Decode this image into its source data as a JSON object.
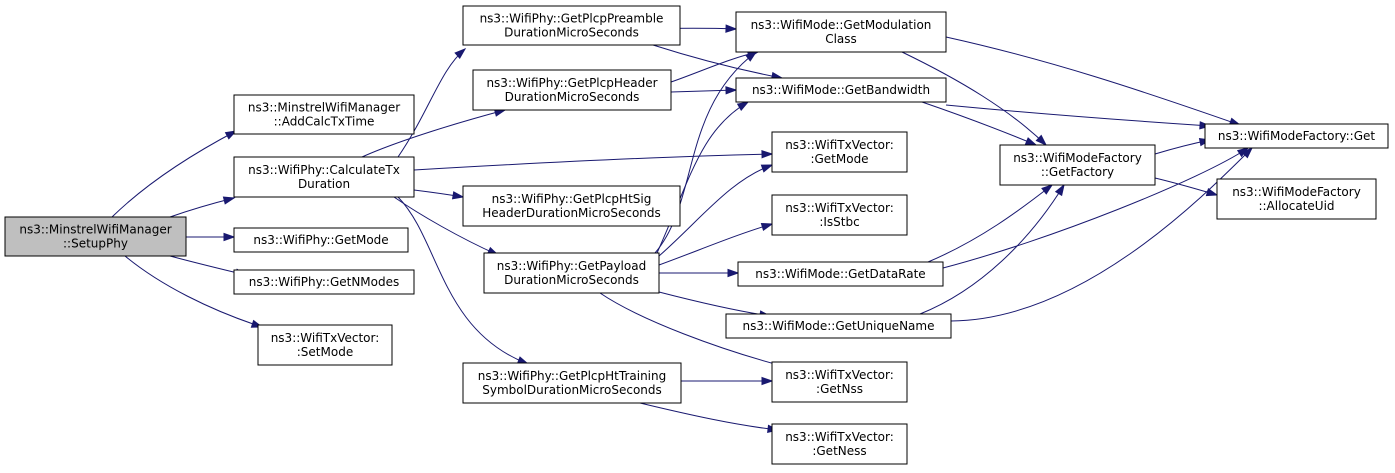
{
  "nodes": [
    {
      "id": "setupphy",
      "lines": [
        "ns3::MinstrelWifiManager",
        "::SetupPhy"
      ],
      "root": true
    },
    {
      "id": "addcalc",
      "lines": [
        "ns3::MinstrelWifiManager",
        "::AddCalcTxTime"
      ]
    },
    {
      "id": "calctx",
      "lines": [
        "ns3::WifiPhy::CalculateTx",
        "Duration"
      ]
    },
    {
      "id": "phygetmode",
      "lines": [
        "ns3::WifiPhy::GetMode"
      ]
    },
    {
      "id": "getnmodes",
      "lines": [
        "ns3::WifiPhy::GetNModes"
      ]
    },
    {
      "id": "setmode",
      "lines": [
        "ns3::WifiTxVector:",
        ":SetMode"
      ]
    },
    {
      "id": "preamble",
      "lines": [
        "ns3::WifiPhy::GetPlcpPreamble",
        "DurationMicroSeconds"
      ]
    },
    {
      "id": "header",
      "lines": [
        "ns3::WifiPhy::GetPlcpHeader",
        "DurationMicroSeconds"
      ]
    },
    {
      "id": "htsig",
      "lines": [
        "ns3::WifiPhy::GetPlcpHtSig",
        "HeaderDurationMicroSeconds"
      ]
    },
    {
      "id": "payload",
      "lines": [
        "ns3::WifiPhy::GetPayload",
        "DurationMicroSeconds"
      ]
    },
    {
      "id": "httraining",
      "lines": [
        "ns3::WifiPhy::GetPlcpHtTraining",
        "SymbolDurationMicroSeconds"
      ]
    },
    {
      "id": "modclass",
      "lines": [
        "ns3::WifiMode::GetModulation",
        "Class"
      ]
    },
    {
      "id": "bandwidth",
      "lines": [
        "ns3::WifiMode::GetBandwidth"
      ]
    },
    {
      "id": "txgetmode",
      "lines": [
        "ns3::WifiTxVector:",
        ":GetMode"
      ]
    },
    {
      "id": "isstbc",
      "lines": [
        "ns3::WifiTxVector:",
        ":IsStbc"
      ]
    },
    {
      "id": "datarate",
      "lines": [
        "ns3::WifiMode::GetDataRate"
      ]
    },
    {
      "id": "uniquename",
      "lines": [
        "ns3::WifiMode::GetUniqueName"
      ]
    },
    {
      "id": "getnss",
      "lines": [
        "ns3::WifiTxVector:",
        ":GetNss"
      ]
    },
    {
      "id": "getness",
      "lines": [
        "ns3::WifiTxVector:",
        ":GetNess"
      ]
    },
    {
      "id": "getfactory",
      "lines": [
        "ns3::WifiModeFactory",
        "::GetFactory"
      ]
    },
    {
      "id": "factoryget",
      "lines": [
        "ns3::WifiModeFactory::Get"
      ]
    },
    {
      "id": "allocuid",
      "lines": [
        "ns3::WifiModeFactory",
        "::AllocateUid"
      ]
    }
  ]
}
